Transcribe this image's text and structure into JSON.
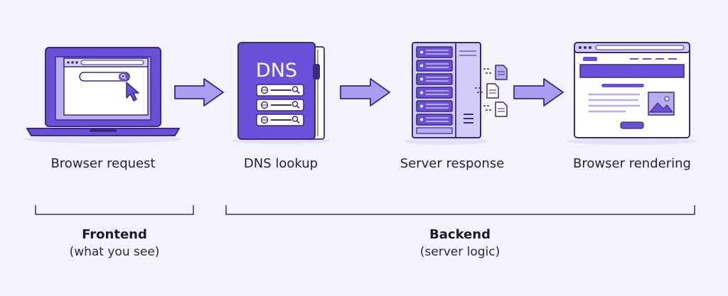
{
  "colors": {
    "purple": "#6c4fd8",
    "purple_dark": "#3b2a7e",
    "lavender": "#c7bdf5",
    "arrow": "#a99cf1",
    "background": "#f3f4fb"
  },
  "steps": [
    {
      "label": "Browser request",
      "icon": "laptop-browser-icon"
    },
    {
      "label": "DNS lookup",
      "icon": "dns-book-icon",
      "icon_text": "DNS"
    },
    {
      "label": "Server response",
      "icon": "server-rack-icon"
    },
    {
      "label": "Browser rendering",
      "icon": "webpage-layout-icon"
    }
  ],
  "groups": [
    {
      "title": "Frontend",
      "subtitle": "(what you see)"
    },
    {
      "title": "Backend",
      "subtitle": "(server logic)"
    }
  ]
}
